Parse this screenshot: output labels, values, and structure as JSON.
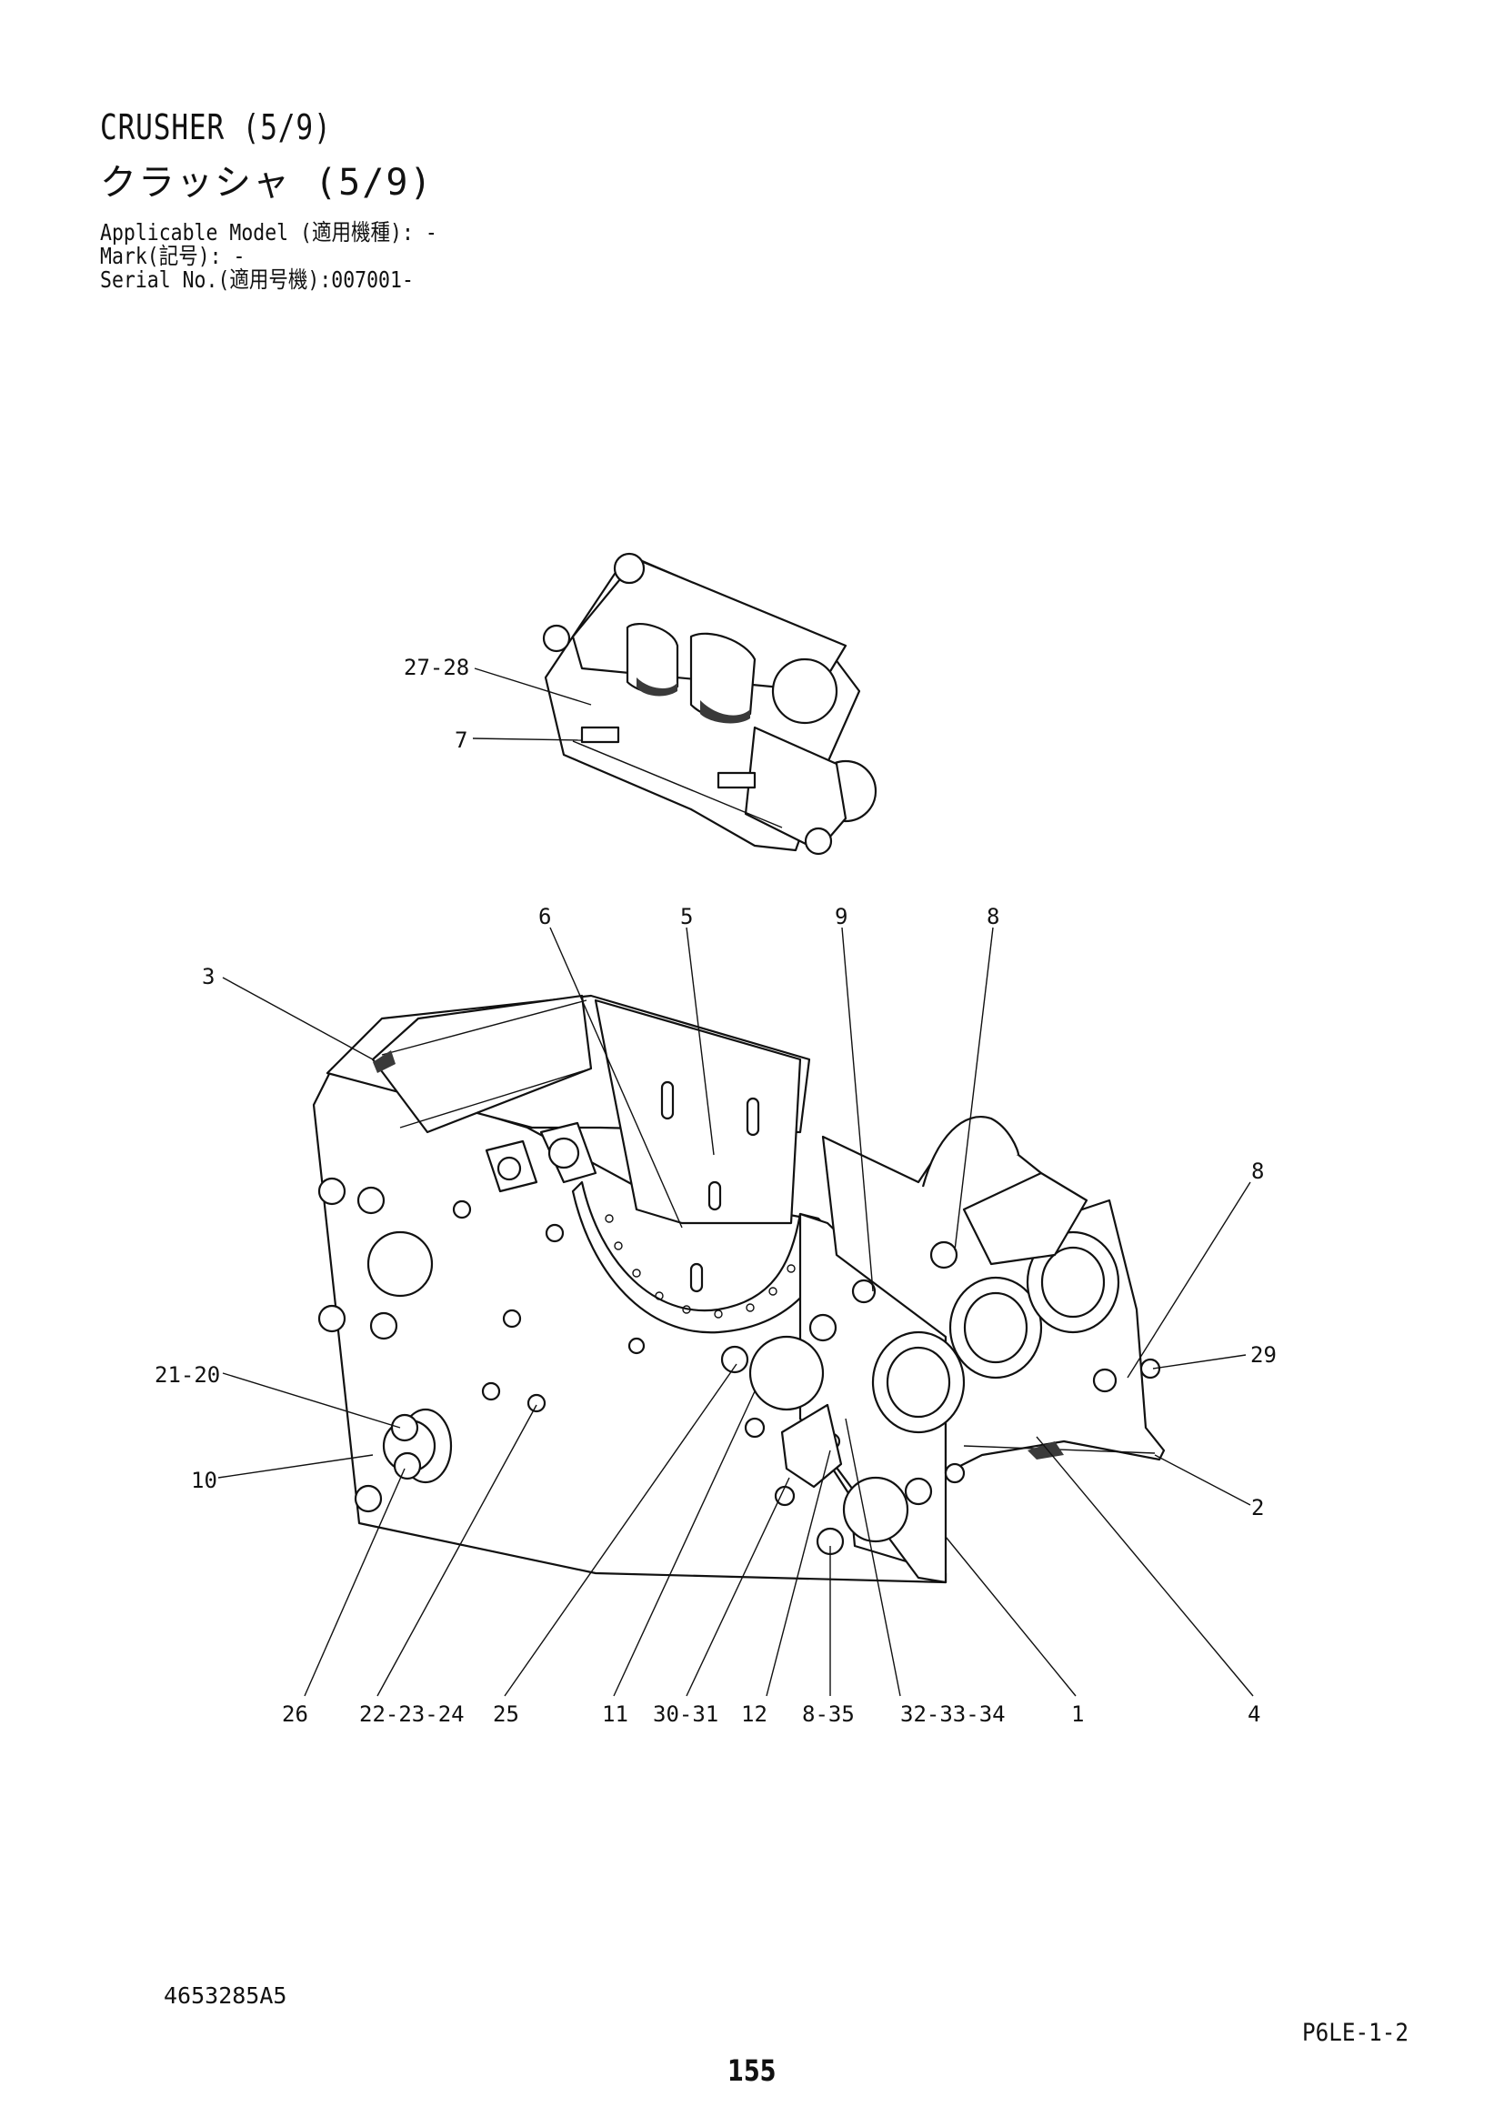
{
  "header": {
    "title_en": "CRUSHER (5/9)",
    "title_ja": "クラッシャ (5/9)",
    "applicable_model": "Applicable Model (適用機種): -",
    "mark": "Mark(記号): -",
    "serial_no": "Serial No.(適用号機):007001-"
  },
  "callouts": {
    "top": [
      "27-28",
      "7"
    ],
    "above": [
      "6",
      "5",
      "9",
      "8"
    ],
    "left": [
      "3",
      "21-20",
      "10"
    ],
    "right": [
      "8",
      "29",
      "2"
    ],
    "bottom": [
      "26",
      "22-23-24",
      "25",
      "11",
      "30-31",
      "12",
      "8-35",
      "32-33-34",
      "1",
      "4"
    ]
  },
  "footer": {
    "doc_code": "4653285A5",
    "sheet_ref": "P6LE-1-2",
    "page_number": "155"
  }
}
